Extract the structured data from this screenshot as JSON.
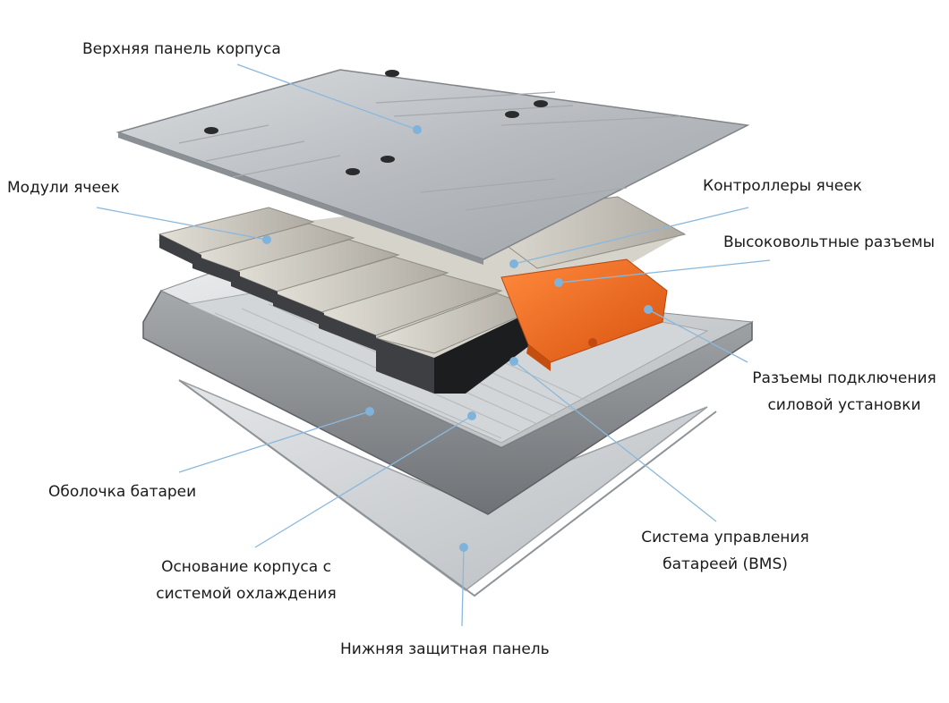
{
  "diagram": {
    "labels": {
      "top_panel": "Верхняя панель корпуса",
      "cell_modules": "Модули ячеек",
      "cell_controllers": "Контроллеры ячеек",
      "hv_connectors": "Высоковольтные разъемы",
      "powertrain_connectors": [
        "Разъемы подключения",
        "силовой установки"
      ],
      "battery_shell": "Оболочка батареи",
      "bms": [
        "Система управления",
        "батареей (BMS)"
      ],
      "housing_base": [
        "Основание корпуса с",
        "системой охлаждения"
      ],
      "bottom_panel": "Нижняя защитная панель"
    }
  },
  "colors": {
    "leader_line": "#8ab8dc",
    "leader_dot": "#7fb3dc",
    "aluminum": "#b8bcc0",
    "module_top": "#c9c6bd",
    "orange_hardware": "#f06a1e"
  }
}
